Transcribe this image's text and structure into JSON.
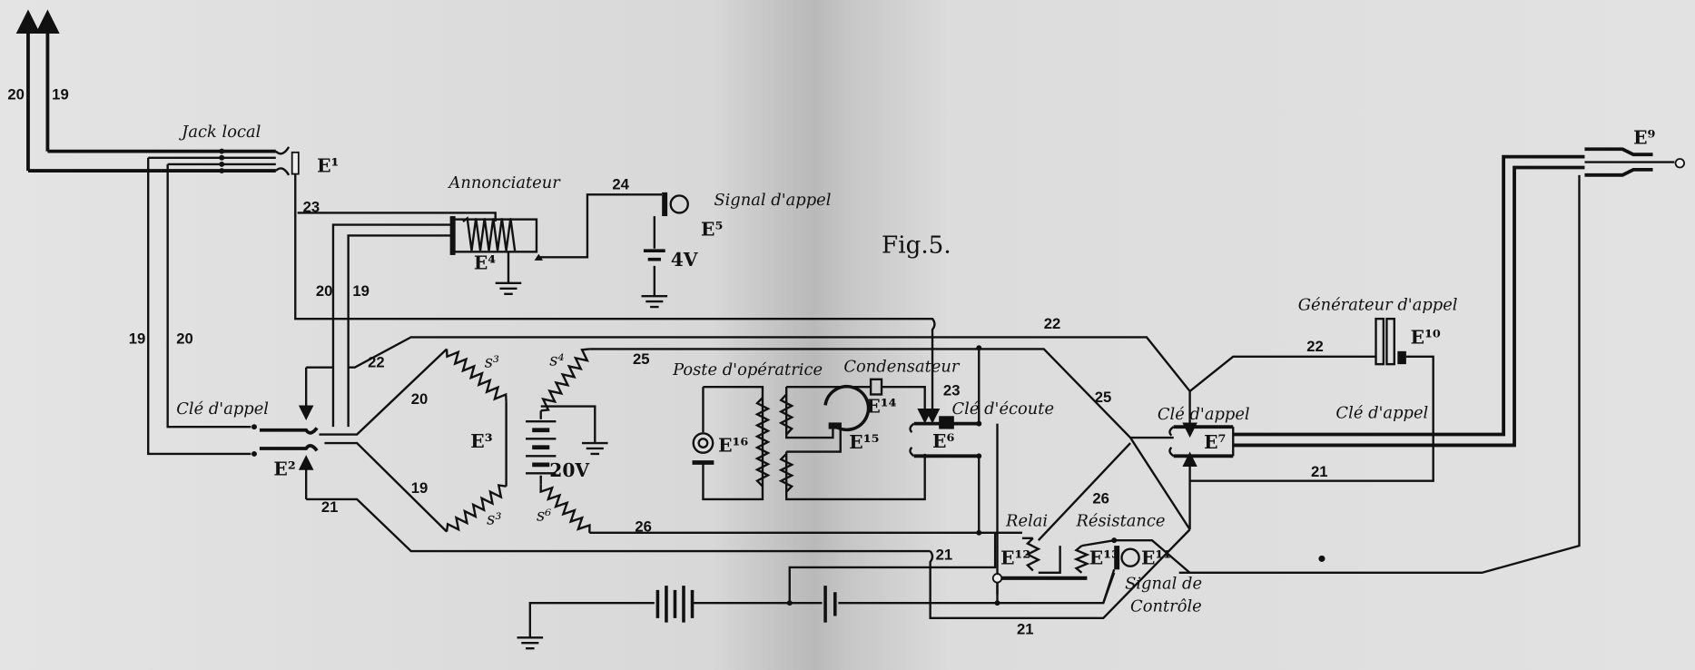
{
  "figure_title": "Fig.5.",
  "labels": {
    "jack_local": "Jack local",
    "annonciateur": "Annonciateur",
    "signal_appel": "Signal d'appel",
    "cle_appel_left": "Clé d'appel",
    "poste_operatrice": "Poste d'opératrice",
    "condensateur": "Condensateur",
    "cle_ecoute": "Clé d'écoute",
    "cle_appel_mid": "Clé d'appel",
    "cle_appel_right": "Clé d'appel",
    "generateur_appel": "Générateur d'appel",
    "relai": "Relai",
    "resistance": "Résistance",
    "signal_controle_1": "Signal de",
    "signal_controle_2": "Contrôle"
  },
  "components": {
    "e1": "E¹",
    "e2": "E²",
    "e3": "E³",
    "e4": "E⁴",
    "e5": "E⁵",
    "e6": "E⁶",
    "e7": "E⁷",
    "e9": "E⁹",
    "e10": "E¹⁰",
    "e11": "E¹¹",
    "e12": "E¹²",
    "e13": "E¹³",
    "e14": "E¹⁴",
    "e15": "E¹⁵",
    "e16": "E¹⁶",
    "s3a": "s³",
    "s3b": "s³",
    "s4": "s⁴",
    "s6": "s⁶",
    "v4": "4V",
    "v20": "20V"
  },
  "wire_numbers": {
    "w20_top": "20",
    "w19_top": "19",
    "w23": "23",
    "w24": "24",
    "w20_ann": "20",
    "w19_ann": "19",
    "w19_left": "19",
    "w20_left": "20",
    "w22_left": "22",
    "w22_top": "22",
    "w20_diamond": "20",
    "w19_diamond": "19",
    "w21_left": "21",
    "w25_left": "25",
    "w25_right": "25",
    "w26_left": "26",
    "w26_right": "26",
    "w23_ecoute": "23",
    "w21_mid": "21",
    "w21_bottom": "21",
    "w22_gen": "22",
    "w21_right": "21"
  }
}
